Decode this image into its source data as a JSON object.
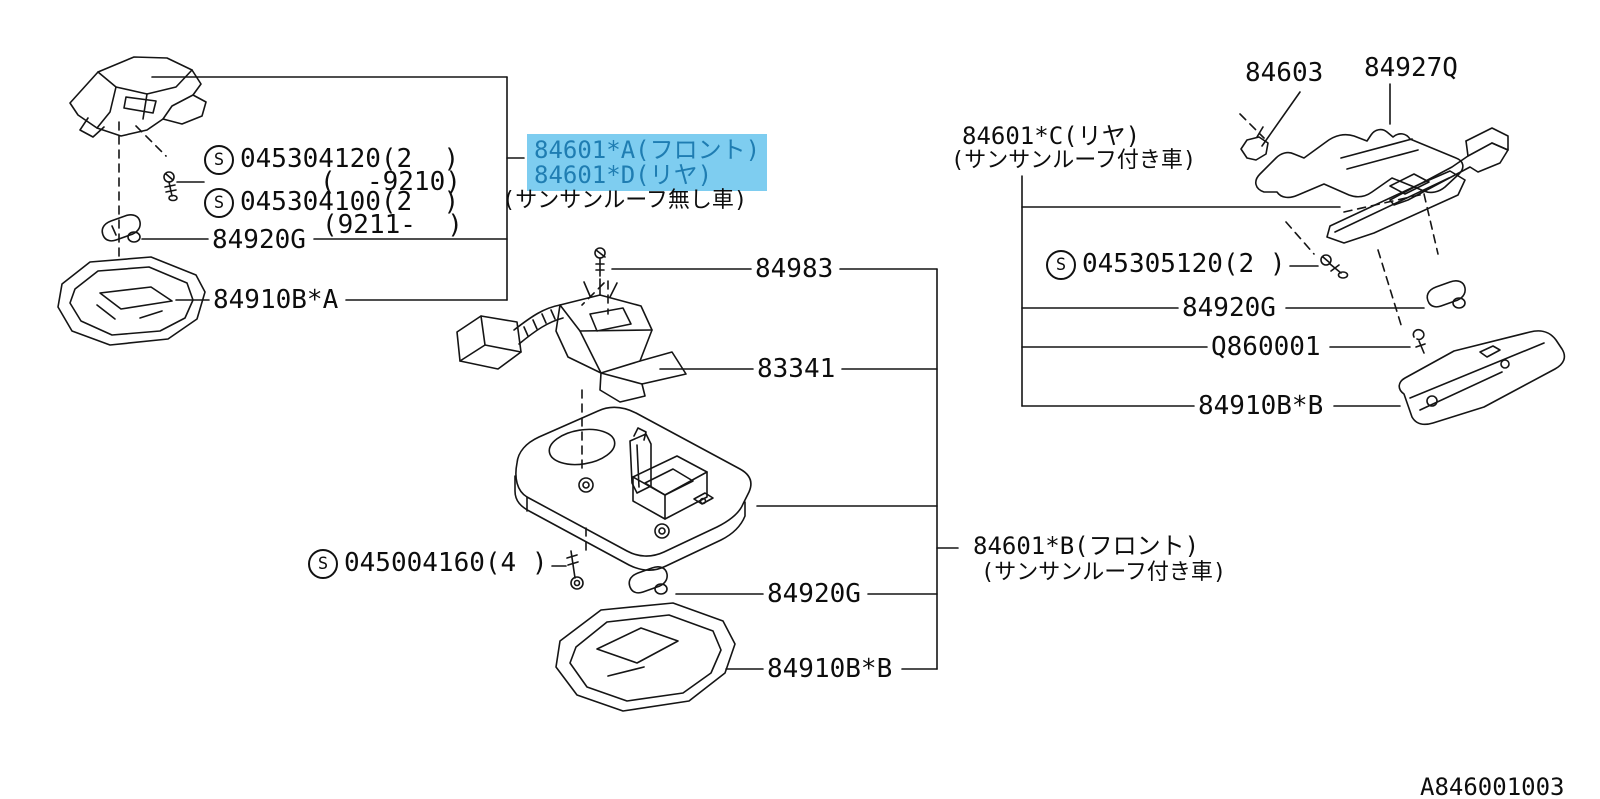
{
  "colors": {
    "highlight_bg": "#7ECDF0",
    "highlight_text": "#1F7DB2",
    "line": "#151515",
    "text": "#0d0d0d"
  },
  "fastener_symbol": "S",
  "footer": {
    "code": "A846001003"
  },
  "labels": {
    "left": {
      "screw1_num": "045304120(2  )",
      "screw1_range": "(  -9210)",
      "screw2_num": "045304100(2  )",
      "screw2_range": "(9211-  )",
      "bulb": "84920G",
      "lens": "84910B*A"
    },
    "highlight": {
      "front": "84601*A(フロント)",
      "rear": "84601*D(リヤ)",
      "note": "(サンサンルーフ無し車)"
    },
    "center": {
      "screw_top": "84983",
      "lamp_switch": "83341",
      "screw_num": "045004160(4 )",
      "bulb": "84920G",
      "lens": "84910B*B",
      "front_assy": "84601*B(フロント)",
      "front_assy_note": "(サンサンルーフ付き車)"
    },
    "right": {
      "rear_assy": "84601*C(リヤ)",
      "rear_assy_note": "(サンサンルーフ付き車)",
      "bulb_socket": "84603",
      "bracket": "84927Q",
      "screw_num": "045305120(2 )",
      "bulb": "84920G",
      "screw_small": "Q860001",
      "lens": "84910B*B"
    }
  }
}
